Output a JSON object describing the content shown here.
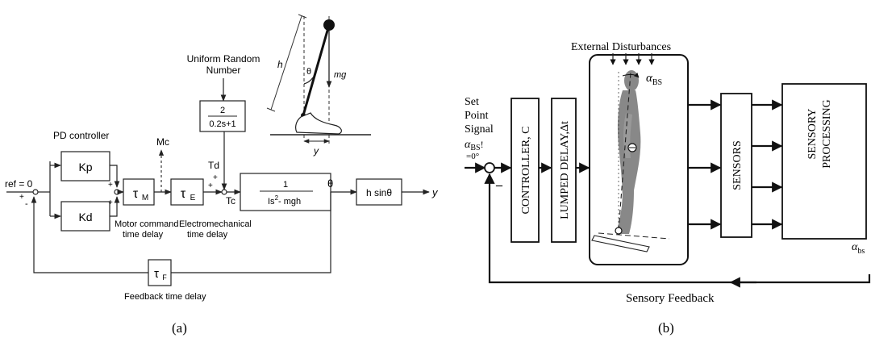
{
  "panel_a": {
    "caption": "(a)",
    "ref_label": "ref = 0",
    "plus_sign": "+",
    "minus_sign": "-",
    "pd_controller_label": "PD controller",
    "kp_label": "Kp",
    "kd_label": "Kd",
    "tau_m_symbol": "τ",
    "tau_m_sub": "M",
    "tau_e_symbol": "τ",
    "tau_e_sub": "E",
    "tau_f_symbol": "τ",
    "tau_f_sub": "F",
    "mc_label": "Mc",
    "td_label": "Td",
    "tc_label": "Tc",
    "noise_label_line1": "Uniform Random",
    "noise_label_line2": "Number",
    "filter_num": "2",
    "filter_den": "0.2s+1",
    "plant_num": "1",
    "plant_den": "Is",
    "plant_den_exp": "2",
    "plant_den_tail": "- mgh",
    "theta_label": "θ",
    "sin_block_label": "h sinθ",
    "output_label": "y",
    "motor_delay_line1": "Motor command",
    "motor_delay_line2": "time delay",
    "electro_delay_line1": "Electromechanical",
    "electro_delay_line2": "time delay",
    "feedback_delay_label": "Feedback time delay",
    "pendulum_h": "h",
    "pendulum_theta": "θ",
    "pendulum_mg": "mg",
    "pendulum_y": "y"
  },
  "panel_b": {
    "caption": "(b)",
    "external_disturbances": "External Disturbances",
    "alpha_symbol": "α",
    "alpha_sub": "BS",
    "set_point_line1": "Set",
    "set_point_line2": "Point",
    "set_point_line3": "Signal",
    "set_point_alpha": "α",
    "set_point_alpha_sub": "BS",
    "set_point_bang": "!",
    "set_point_zero": "=0°",
    "minus_sign": "–",
    "controller_label": "CONTROLLER, C",
    "delay_label": "LUMPED DELAY,Δt",
    "sensors_label": "SENSORS",
    "processing_line1": "SENSORY",
    "processing_line2": "PROCESSING",
    "alpha_bs_right": "α",
    "alpha_bs_right_sub": "bs",
    "sensory_feedback": "Sensory Feedback"
  }
}
